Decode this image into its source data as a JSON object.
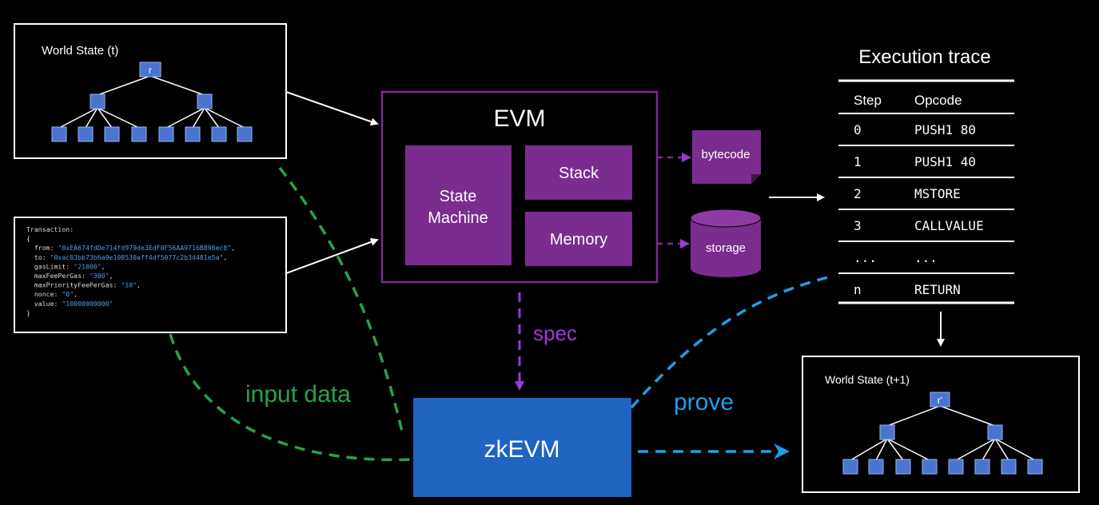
{
  "world_state_t": {
    "title": "World State (t)",
    "root_label": "r"
  },
  "world_state_t1": {
    "title": "World State (t+1)",
    "root_label": "r'"
  },
  "transaction": {
    "lines": [
      "Transaction:",
      "{",
      "  from: \"0xEA674fdDe714fd979de3EdF0F56AA9716B898ec8\",",
      "  to: \"0xac03bb73b6a9e108530aff4df5077c2b3d481e5a\",",
      "  gasLimit: \"21000\",",
      "  maxFeePerGas: \"300\",",
      "  maxPriorityFeePerGas: \"10\",",
      "  nonce: \"0\",",
      "  value: \"10000000000\"",
      "}"
    ]
  },
  "evm": {
    "title": "EVM",
    "state_machine": [
      "State",
      "Machine"
    ],
    "stack": "Stack",
    "memory": "Memory"
  },
  "bytecode_label": "bytecode",
  "storage_label": "storage",
  "execution_trace": {
    "title": "Execution trace",
    "headers": [
      "Step",
      "Opcode"
    ],
    "rows": [
      [
        "0",
        "PUSH1 80"
      ],
      [
        "1",
        "PUSH1 40"
      ],
      [
        "2",
        "MSTORE"
      ],
      [
        "3",
        "CALLVALUE"
      ],
      [
        "...",
        "..."
      ],
      [
        "n",
        "RETURN"
      ]
    ]
  },
  "labels": {
    "spec": "spec",
    "input_data": "input data",
    "prove": "prove"
  },
  "zkevm_label": "zkEVM",
  "colors": {
    "purple": "#7b2c8f",
    "purple_text": "#9a3bd6",
    "green": "#27a349",
    "blue_dashed": "#1e9fe6",
    "zkevm_fill": "#1e64c0",
    "node_fill": "#4a74d0"
  }
}
